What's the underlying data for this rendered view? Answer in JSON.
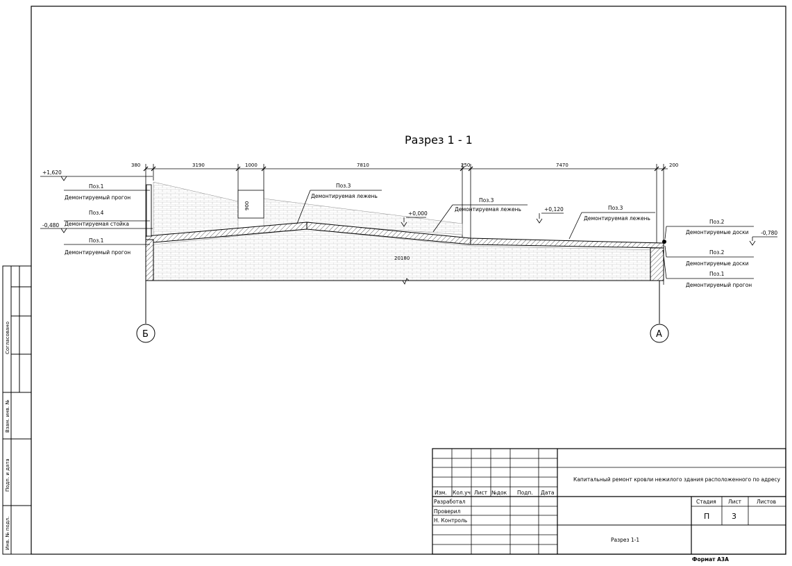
{
  "drawing": {
    "title": "Разрез 1 - 1",
    "dimensions": {
      "d1": "380",
      "d2": "3190",
      "d3": "1000",
      "d4": "7810",
      "d5": "250",
      "d6": "7470",
      "d7": "200",
      "span": "20180",
      "vertical": "900"
    },
    "elevations": {
      "top": "+1,620",
      "left_mid": "-0,480",
      "mid": "+0,000",
      "mid_right": "+0,120",
      "right": "-0,780"
    },
    "labels": {
      "poz1_a_title": "Поз.1",
      "poz1_a_text": "Демонтируемый прогон",
      "poz4_title": "Поз.4",
      "poz4_text": "Демонтируемая стойка",
      "poz1_b_title": "Поз.1",
      "poz1_b_text": "Демонтируемый прогон",
      "poz3_a_title": "Поз.3",
      "poz3_a_text": "Демонтируемая лежень",
      "poz3_b_title": "Поз.3",
      "poz3_b_text": "Демонтируемая лежень",
      "poz3_c_title": "Поз.3",
      "poz3_c_text": "Демонтируемая лежень",
      "poz2_a_title": "Поз.2",
      "poz2_a_text": "Демонтируемые доски",
      "poz2_b_title": "Поз.2",
      "poz2_b_text": "Демонтируемые доски",
      "poz1_c_title": "Поз.1",
      "poz1_c_text": "Демонтируемый прогон"
    },
    "axes": {
      "left": "Б",
      "right": "А"
    }
  },
  "side_stamp": {
    "approval": "Согласовано",
    "inv_replace": "Взам. инв. №",
    "sign_date": "Подп. и дата",
    "inv_orig": "Инв. № подл."
  },
  "title_block": {
    "headers": [
      "Изм.",
      "Кол.уч",
      "Лист",
      "№док",
      "Подп.",
      "Дата"
    ],
    "roles": [
      "Разработал",
      "Проверил",
      "Н. Контроль"
    ],
    "project": "Капитальный ремонт кровли нежилого здания расположенного по адресу",
    "sheet_name": "Разрез 1-1",
    "stage_label": "Стадия",
    "sheet_label": "Лист",
    "sheets_label": "Листов",
    "stage": "П",
    "sheet": "3",
    "sheets": "",
    "format": "Формат А3А"
  },
  "colors": {
    "line": "#000000",
    "hatch": "#555555",
    "brick": "#c4c4c4",
    "paper": "#ffffff"
  }
}
